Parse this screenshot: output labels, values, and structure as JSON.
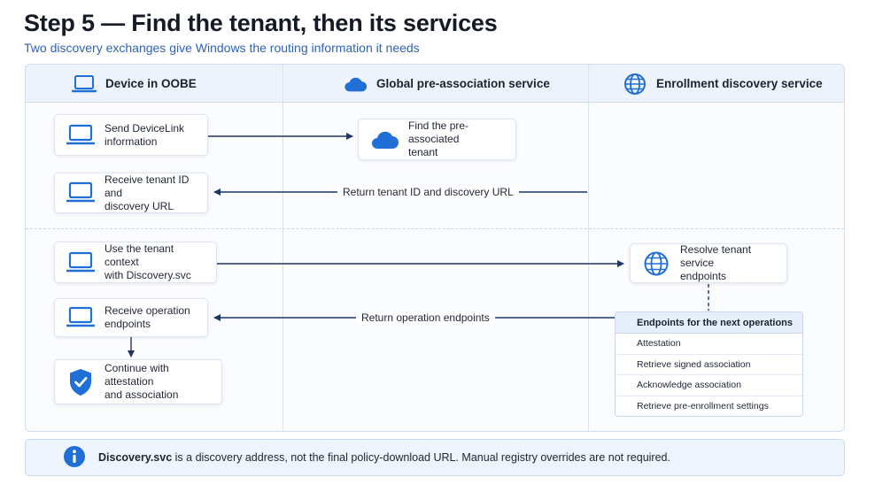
{
  "title": "Step 5 — Find the tenant, then its services",
  "subtitle": "Two discovery exchanges give Windows the routing information it needs",
  "columns": [
    {
      "label": "Device in OOBE",
      "icon": "laptop-icon"
    },
    {
      "label": "Global pre-association service",
      "icon": "cloud-icon"
    },
    {
      "label": "Enrollment discovery service",
      "icon": "globe-icon"
    }
  ],
  "steps": {
    "send_devicelink": "Send DeviceLink\ninformation",
    "find_tenant": "Find the pre-associated\ntenant",
    "receive_tenant": "Receive tenant ID and\ndiscovery URL",
    "use_tenant": "Use the tenant context\nwith Discovery.svc",
    "resolve_endpoints": "Resolve tenant service\nendpoints",
    "receive_endpoints": "Receive operation\nendpoints",
    "continue": "Continue with attestation\nand association"
  },
  "messages": {
    "return_tenant": "Return tenant ID and discovery URL",
    "return_endpoints": "Return operation endpoints"
  },
  "endpoints": {
    "heading": "Endpoints for the next operations",
    "items": [
      "Attestation",
      "Retrieve signed association",
      "Acknowledge association",
      "Retrieve pre-enrollment settings"
    ]
  },
  "note": {
    "bold": "Discovery.svc",
    "text": "is a discovery address, not the final policy-download URL. Manual registry overrides are not required."
  },
  "colors": {
    "accent": "#1f6fd6",
    "navy": "#1e3566",
    "border": "#cfdcef"
  }
}
